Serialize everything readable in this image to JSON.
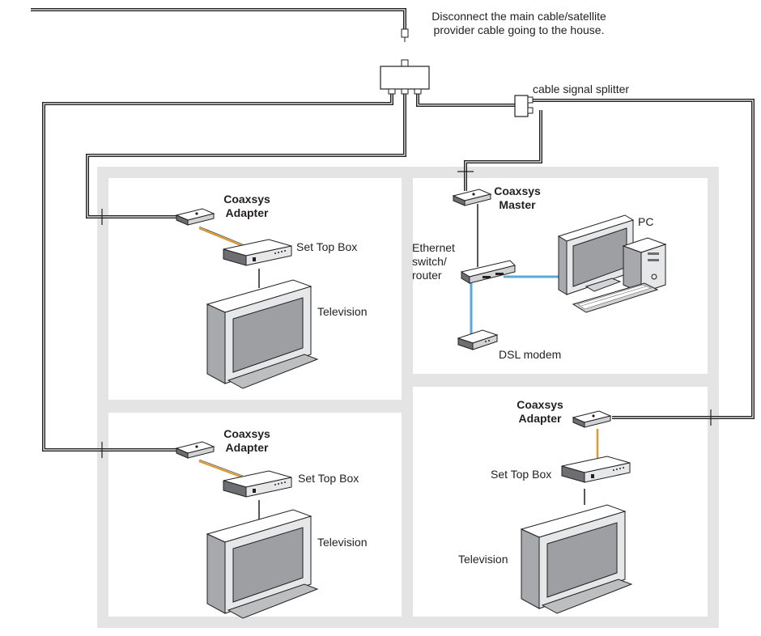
{
  "notes": {
    "disconnect_line1": "Disconnect the main cable/satellite",
    "disconnect_line2": "provider cable going to the house.",
    "splitter": "cable signal splitter"
  },
  "rooms": {
    "top_left": {
      "adapter_line1": "Coaxsys",
      "adapter_line2": "Adapter",
      "set_top_box": "Set Top Box",
      "television": "Television"
    },
    "top_right": {
      "master_line1": "Coaxsys",
      "master_line2": "Master",
      "switch_line1": "Ethernet",
      "switch_line2": "switch/",
      "switch_line3": "router",
      "pc": "PC",
      "dsl_modem": "DSL modem"
    },
    "bottom_left": {
      "adapter_line1": "Coaxsys",
      "adapter_line2": "Adapter",
      "set_top_box": "Set Top Box",
      "television": "Television"
    },
    "bottom_right": {
      "adapter_line1": "Coaxsys",
      "adapter_line2": "Adapter",
      "set_top_box": "Set Top Box",
      "television": "Television"
    }
  },
  "colors": {
    "walls": "#e4e4e5",
    "coax_cable": "#231f20",
    "ethernet_cable": "#5aa9d6",
    "hdmi_cable": "#d99a3a",
    "device_face": "#f0f0f0",
    "device_top": "#ffffff",
    "device_side": "#8a8a8a",
    "screen": "#9c9c9c"
  }
}
